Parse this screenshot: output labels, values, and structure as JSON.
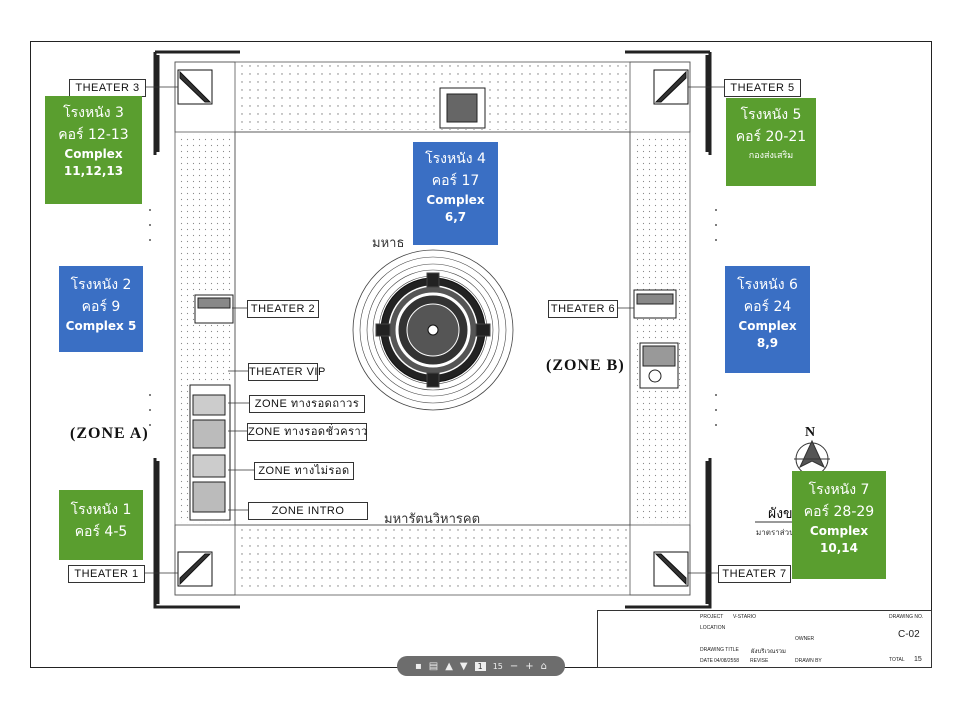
{
  "theaters": {
    "t1": "THEATER  1",
    "t2": "THEATER  2",
    "t3": "THEATER  3",
    "t5": "THEATER  5",
    "t6": "THEATER  6",
    "t7": "THEATER  7",
    "vip": "THEATER  VIP"
  },
  "zones": {
    "zone_a": "(ZONE  A)",
    "zone_b": "(ZONE  B)",
    "permanent": "ZONE  ทางรอดถาวร",
    "temporary": "ZONE  ทางรอดชั่วคราว",
    "no_exit": "ZONE  ทางไม่รอด",
    "intro": "ZONE  INTRO"
  },
  "halls": {
    "h1": {
      "title": "โรงหนัง 1",
      "core": "คอร์ 4-5",
      "color": "#5a9e2f"
    },
    "h2": {
      "title": "โรงหนัง 2",
      "core": "คอร์ 9",
      "complex": "Complex 5",
      "color": "#3a6fc4"
    },
    "h3": {
      "title": "โรงหนัง 3",
      "core": "คอร์ 12-13",
      "complex": "Complex\n11,12,13",
      "color": "#5a9e2f"
    },
    "h4": {
      "title": "โรงหนัง 4",
      "core": "คอร์ 17",
      "complex": "Complex\n6,7",
      "color": "#3a6fc4"
    },
    "h5": {
      "title": "โรงหนัง 5",
      "core": "คอร์ 20-21",
      "note": "กองส่งเสริม",
      "color": "#5a9e2f"
    },
    "h6": {
      "title": "โรงหนัง 6",
      "core": "คอร์ 24",
      "complex": "Complex\n8,9",
      "color": "#3a6fc4"
    },
    "h7": {
      "title": "โรงหนัง 7",
      "core": "คอร์ 28-29",
      "complex": "Complex\n10,14",
      "color": "#5a9e2f"
    }
  },
  "plan_text": {
    "top_label": "มหาธ",
    "bottom_label": "มหารัตนวิหารคต",
    "north": "N",
    "side_title": "ผังข",
    "side_sub": "มาตราส่วน"
  },
  "title_block": {
    "project_label": "PROJECT",
    "project_value": "V-STARIO",
    "location_label": "LOCATION",
    "owner_label": "OWNER",
    "drawing_title_label": "DRAWING TITLE",
    "drawing_title_value": "ผังบริเวณรวม",
    "date_label": "DATE",
    "date_value": "04/08/2558",
    "revise_label": "REVISE",
    "drawn_by_label": "DRAWN BY",
    "drawing_no_label": "DRAWING NO.",
    "drawing_no_value": "C-02",
    "total_label": "TOTAL",
    "total_value": "15"
  },
  "toolbar": {
    "page_value": "1",
    "page_total": "15",
    "zoom_out_icon": "minus-icon",
    "zoom_in_icon": "plus-icon"
  }
}
